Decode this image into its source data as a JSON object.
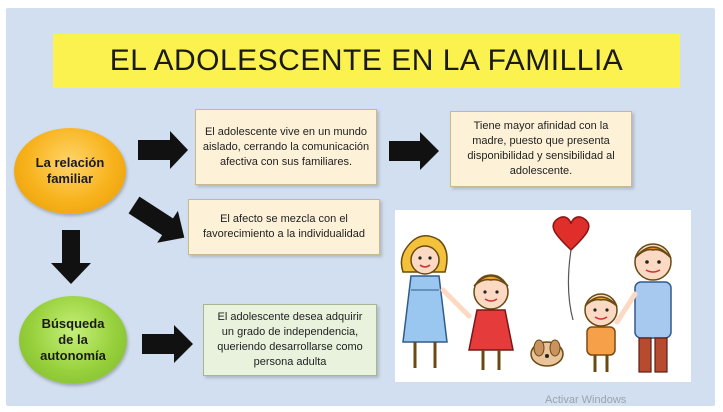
{
  "title": "EL ADOLESCENTE EN LA FAMILLIA",
  "nodes": {
    "relacion": "La relación familiar",
    "busqueda": "Búsqueda de la autonomía"
  },
  "boxes": {
    "aislado": "El adolescente vive en un mundo aislado, cerrando la comunicación afectiva con sus familiares.",
    "afinidad": "Tiene mayor afinidad con la madre, puesto que presenta disponibilidad y sensibilidad al adolescente.",
    "afecto": "El afecto se mezcla con el favorecimiento a la individualidad",
    "independencia": "El adolescente desea adquirir un grado de independencia, queriendo desarrollarse como persona adulta"
  },
  "watermark": "Activar Windows",
  "colors": {
    "title_bg": "#fbf24f",
    "node_orange": "#f7b21b",
    "node_green": "#97d03c",
    "box_bg": "#fdf1d8",
    "box_green_bg": "#e9f2dc",
    "background": "#d2dff0"
  }
}
